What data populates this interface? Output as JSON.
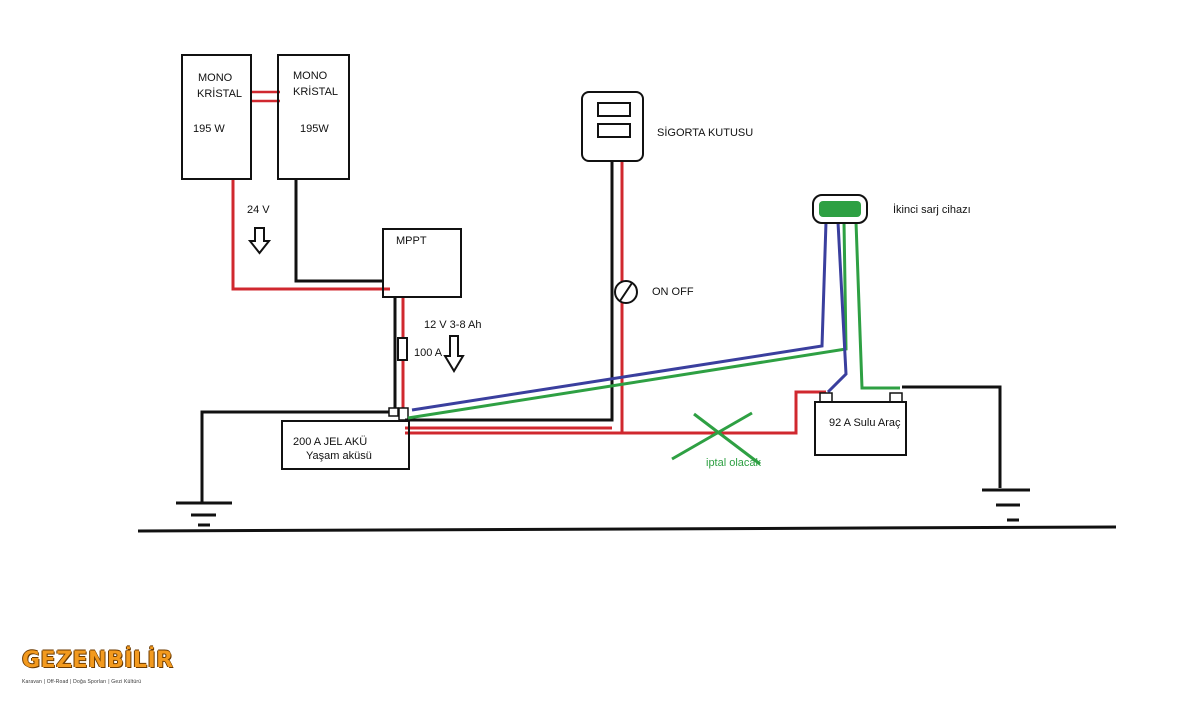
{
  "panels": {
    "left": {
      "line1": "MONO",
      "line2": "KRİSTAL",
      "power": "195 W"
    },
    "right": {
      "line1": "MONO",
      "line2": "KRİSTAL",
      "power": "195W"
    }
  },
  "labels": {
    "voltage": "24 V",
    "mppt": "MPPT",
    "charge_spec": "12 V 3-8 Ah",
    "fuse": "100 A",
    "fuse_box": "SİGORTA KUTUSU",
    "switch": "ON OFF",
    "second_charger": "İkinci sarj cihazı",
    "house_battery_1": "200 A JEL AKÜ",
    "house_battery_2": "Yaşam aküsü",
    "vehicle_battery": "92 A Sulu Araç",
    "cancel_note": "iptal olacak"
  },
  "logo": {
    "word": "GEZENBİLİR",
    "tagline": "Karavan | Off-Road | Doğa Sporları | Gezi Kültürü"
  },
  "colors": {
    "positive": "#d0282f",
    "negative": "#111111",
    "charger_blue": "#3a3f9e",
    "charger_green": "#2ea043",
    "logo_orange": "#f39a1e"
  }
}
